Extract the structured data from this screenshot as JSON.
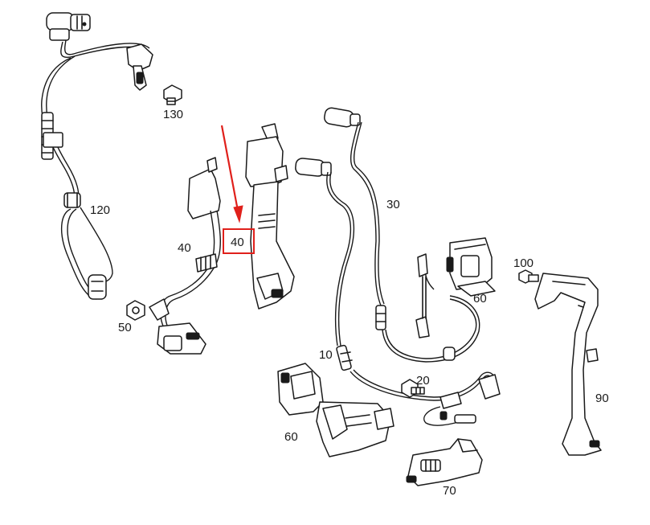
{
  "labels": {
    "p130": "130",
    "p120": "120",
    "p50": "50",
    "p40_left": "40",
    "p40_highlight": "40",
    "p30": "30",
    "p10": "10",
    "p20": "20",
    "p60_right": "60",
    "p60_left": "60",
    "p100": "100",
    "p90": "90",
    "p70": "70"
  },
  "colors": {
    "highlight": "#e0201b",
    "line": "#1a1a1a",
    "background": "#ffffff"
  }
}
